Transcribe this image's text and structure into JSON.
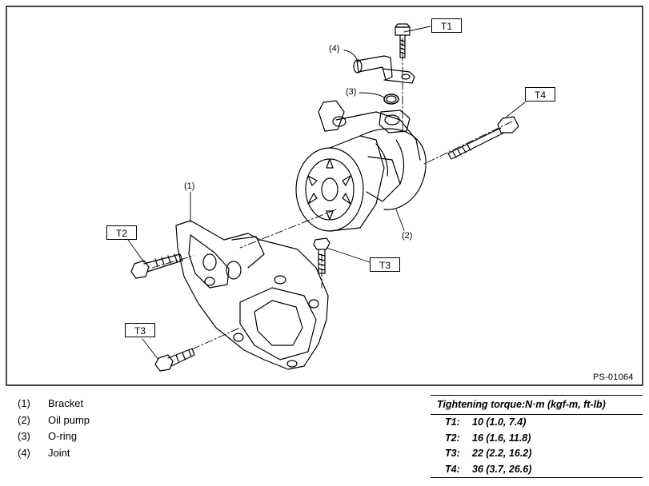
{
  "callouts": [
    {
      "num": "(1)"
    },
    {
      "num": "(2)"
    },
    {
      "num": "(3)"
    },
    {
      "num": "(4)"
    }
  ],
  "tags": [
    "T1",
    "T2",
    "T3",
    "T3",
    "T4"
  ],
  "drawing_id": "PS-01064",
  "legend": [
    {
      "num": "(1)",
      "label": "Bracket"
    },
    {
      "num": "(2)",
      "label": "Oil pump"
    },
    {
      "num": "(3)",
      "label": "O-ring"
    },
    {
      "num": "(4)",
      "label": "Joint"
    }
  ],
  "torque": {
    "title": "Tightening torque:N·m (kgf-m, ft-lb)",
    "rows": [
      {
        "key": "T1:",
        "value": "10 (1.0, 7.4)"
      },
      {
        "key": "T2:",
        "value": "16 (1.6, 11.8)"
      },
      {
        "key": "T3:",
        "value": "22 (2.2, 16.2)"
      },
      {
        "key": "T4:",
        "value": "36 (3.7, 26.6)"
      }
    ]
  }
}
